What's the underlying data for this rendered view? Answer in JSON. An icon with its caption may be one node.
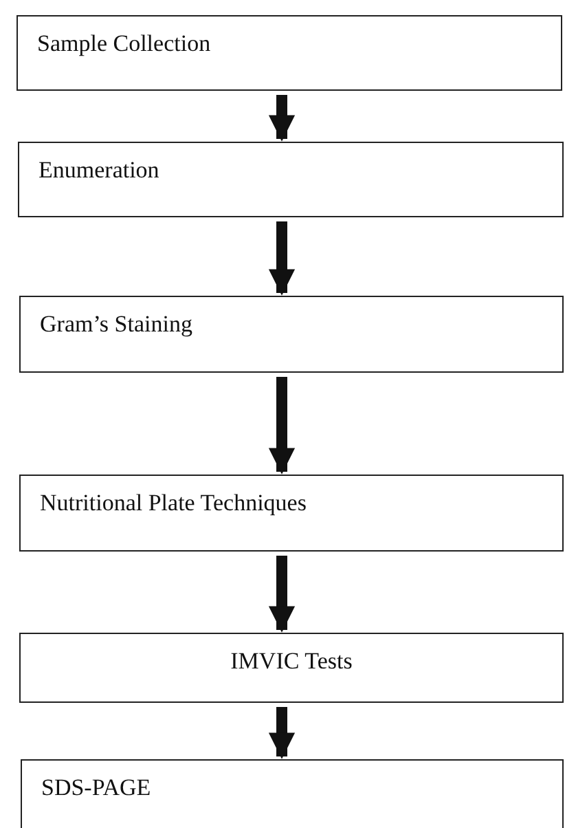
{
  "diagram": {
    "nodes": [
      {
        "text": [
          "Sample Collection"
        ]
      },
      {
        "text": [
          "Enumeration"
        ]
      },
      {
        "text": [
          "Gram’s Staining"
        ]
      },
      {
        "text": [
          "Nutritional Plate Techniques"
        ]
      },
      {
        "text": [
          "IMVIC Tests"
        ]
      },
      {
        "text": [
          "SDS-PAGE"
        ]
      }
    ],
    "edges": [
      {
        "from": 0,
        "to": 1,
        "arrow": "to"
      },
      {
        "from": 1,
        "to": 2,
        "arrow": "to"
      },
      {
        "from": 2,
        "to": 3,
        "arrow": "to"
      },
      {
        "from": 3,
        "to": 4,
        "arrow": "to"
      },
      {
        "from": 4,
        "to": 5,
        "arrow": "to"
      }
    ]
  }
}
